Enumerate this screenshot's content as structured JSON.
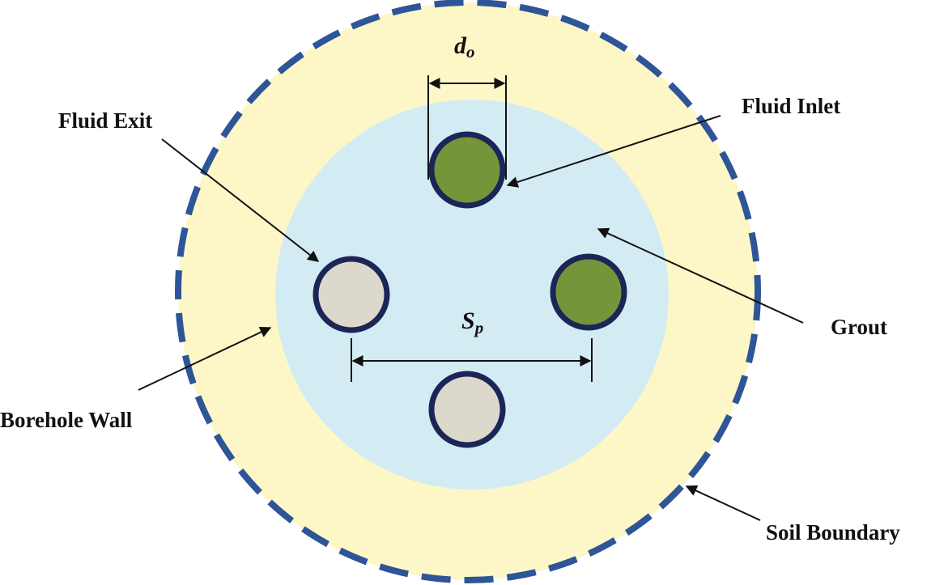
{
  "labels": {
    "fluid_exit": "Fluid Exit",
    "fluid_inlet": "Fluid Inlet",
    "grout": "Grout",
    "borehole_wall": "Borehole Wall",
    "soil_boundary": "Soil Boundary"
  },
  "symbols": {
    "pipe_diameter": {
      "base": "d",
      "sub": "o"
    },
    "pipe_spacing": {
      "base": "S",
      "sub": "p"
    }
  },
  "colors": {
    "soil": "#fdf7c8",
    "soil_boundary": "#2e5597",
    "grout": "#d3ebf3",
    "pipe_outline": "#1b2657",
    "pipe_inlet": "#76953a",
    "pipe_exit": "#dcd9cc",
    "line": "#111111"
  }
}
